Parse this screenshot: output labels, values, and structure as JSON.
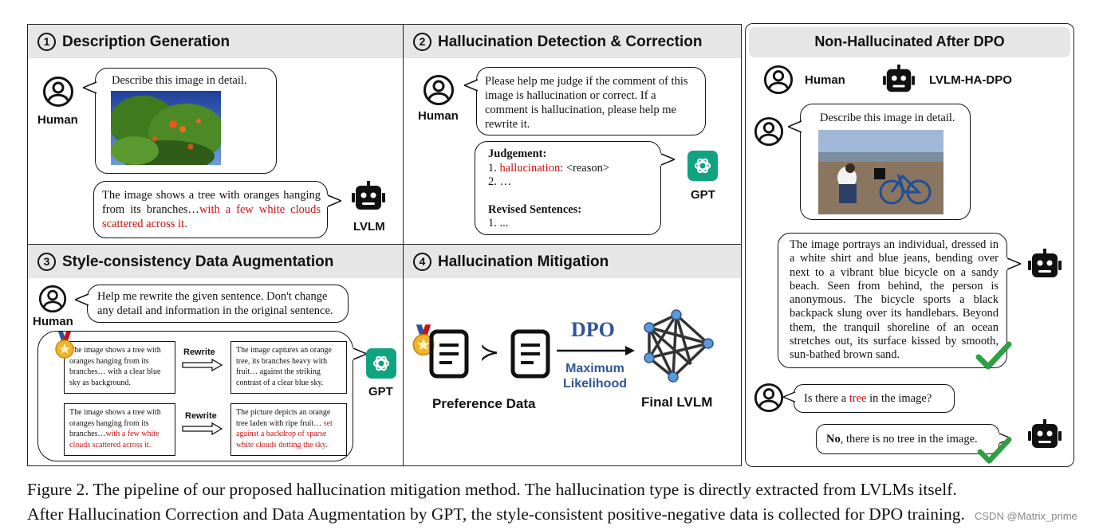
{
  "panels": {
    "p1": {
      "num": "1",
      "title": "Description Generation"
    },
    "p2": {
      "num": "2",
      "title": "Hallucination Detection & Correction"
    },
    "p3": {
      "num": "3",
      "title": "Style-consistency Data Augmentation"
    },
    "p4": {
      "num": "4",
      "title": "Hallucination Mitigation"
    },
    "right": {
      "title": "Non-Hallucinated After DPO"
    }
  },
  "p1": {
    "human_label": "Human",
    "prompt": "Describe this image in detail.",
    "lvlm_label": "LVLM",
    "resp_normal": "The image shows a tree with oranges hanging from its branches…",
    "resp_red": "with a few white clouds scattered across it."
  },
  "p2": {
    "human_label": "Human",
    "prompt": "Please help me judge if the comment of this image is hallucination or correct. If a comment is hallucination, please help me rewrite it.",
    "judgement_title": "Judgement:",
    "j1_num": "1.",
    "j1_red": "hallucination",
    "j1_rest": ": <reason>",
    "j2": "2. …",
    "revised_title": "Revised Sentences:",
    "r1": "1. ...",
    "gpt_label": "GPT"
  },
  "p3": {
    "human_label": "Human",
    "prompt": "Help me rewrite the given sentence. Don't change any detail and information in the original sentence.",
    "doc1": "The image shows a tree with oranges hanging from its branches… with a clear blue sky as background.",
    "doc2": "The image captures an orange tree, its branches heavy with fruit… against the striking contrast of a clear blue sky.",
    "doc3_normal": "The image shows a tree with oranges hanging from its branches…",
    "doc3_red": "with a few white clouds scattered across it.",
    "doc4_normal": "The picture depicts an orange tree laden with ripe fruit…",
    "doc4_red": "set against a backdrop of sparse white clouds dotting the sky.",
    "rewrite1": "Rewrite",
    "rewrite2": "Rewrite",
    "gpt_label": "GPT"
  },
  "p4": {
    "pref_label": "Preference Data",
    "succ": "≻",
    "dpo": "DPO",
    "ml1": "Maximum",
    "ml2": "Likelihood",
    "final_label": "Final LVLM"
  },
  "right": {
    "human_label": "Human",
    "bot_label": "LVLM-HA-DPO",
    "prompt": "Describe this image in detail.",
    "response": "The image portrays an individual, dressed in a white shirt and blue jeans, bending over next to a vibrant blue bicycle on a sandy beach. Seen from behind, the person is anonymous. The bicycle sports a black backpack slung over its handlebars. Beyond them, the tranquil shoreline of an ocean stretches out, its surface kissed by smooth, sun-bathed brown sand.",
    "q_pre": "Is there a ",
    "q_red": "tree",
    "q_post": " in the image?",
    "a_bold": "No",
    "a_rest": ", there is no tree in the image."
  },
  "caption": {
    "line1": "Figure 2. The pipeline of our proposed hallucination mitigation method. The hallucination type is directly extracted from LVLMs itself.",
    "line2": "After Hallucination Correction and Data Augmentation by GPT, the style-consistent positive-negative data is collected for DPO training.",
    "watermark": "CSDN @Matrix_prime"
  },
  "colors": {
    "red": "#d01010",
    "gpt_green": "#10a37f",
    "dpo_blue": "#2f5597",
    "check": "#2ea043",
    "node": "#5b9bd5"
  },
  "icons": [
    "user-icon",
    "robot-icon",
    "gpt-icon",
    "medal-icon",
    "document-icon",
    "neural-network-icon",
    "checkmark-icon",
    "arrow-icon"
  ]
}
